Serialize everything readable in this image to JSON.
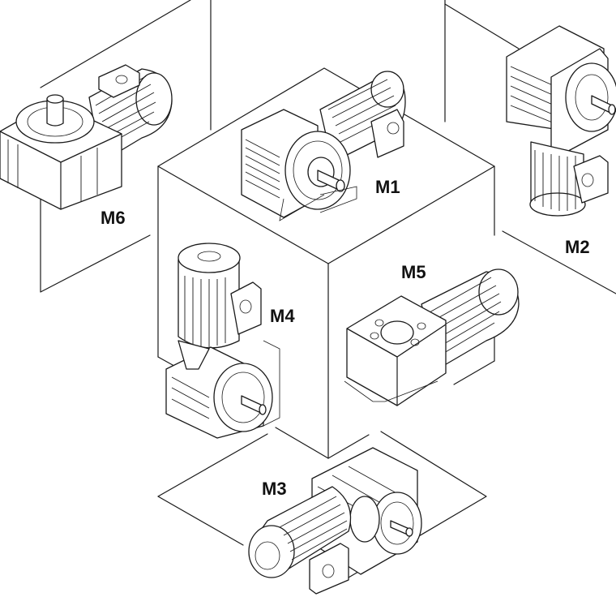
{
  "diagram": {
    "labels": {
      "m1": "M1",
      "m2": "M2",
      "m3": "M3",
      "m4": "M4",
      "m5": "M5",
      "m6": "M6"
    },
    "colors": {
      "line": "#1a1a1a",
      "background": "#ffffff"
    }
  }
}
